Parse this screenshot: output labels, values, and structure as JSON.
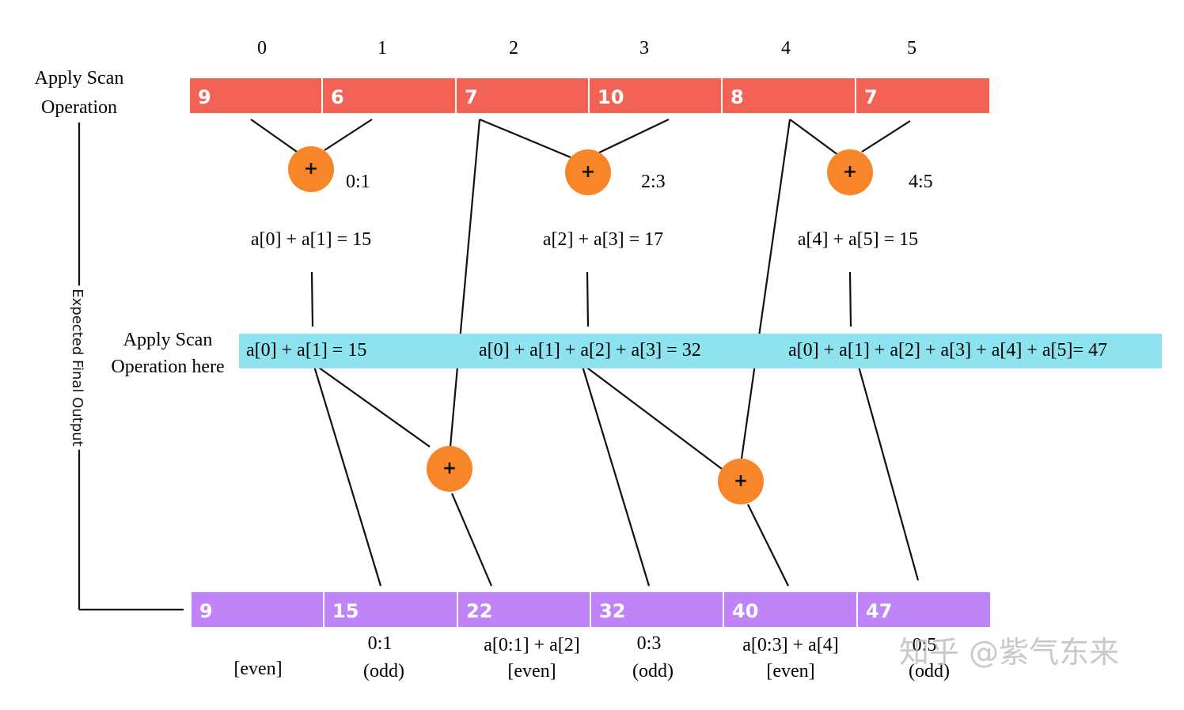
{
  "colors": {
    "input_bar": "#f26355",
    "mid_bar": "#8fe3ef",
    "output_bar": "#c083f8",
    "adder": "#f7862a",
    "line": "#111111",
    "cell_text": "#ffffff",
    "label_text": "#111111",
    "watermark": "#b8b8b8"
  },
  "index_labels": [
    "0",
    "1",
    "2",
    "3",
    "4",
    "5"
  ],
  "top_label": [
    "Apply Scan",
    "Operation"
  ],
  "input_values": [
    "9",
    "6",
    "7",
    "10",
    "8",
    "7"
  ],
  "adder_symbol": "+",
  "up_sweep": {
    "ranges": [
      "0:1",
      "2:3",
      "4:5"
    ],
    "sums": [
      "a[0] + a[1] = 15",
      "a[2] + a[3] = 17",
      "a[4] + a[5] = 15"
    ]
  },
  "mid_label": [
    "Apply Scan",
    "Operation here"
  ],
  "mid_values": [
    "a[0] + a[1] = 15",
    "a[0] + a[1] + a[2] + a[3] = 32",
    "a[0] + a[1] + a[2] + a[3] + a[4] + a[5]= 47"
  ],
  "side_label": "Expected Final Output",
  "output_values": [
    "9",
    "15",
    "22",
    "32",
    "40",
    "47"
  ],
  "output_labels": [
    [
      "[even]"
    ],
    [
      "0:1",
      "(odd)"
    ],
    [
      "a[0:1] + a[2]",
      "[even]"
    ],
    [
      "0:3",
      "(odd)"
    ],
    [
      "a[0:3] + a[4]",
      "[even]"
    ],
    [
      "0:5",
      "(odd)"
    ]
  ],
  "watermark": "知乎 @紫气东来"
}
